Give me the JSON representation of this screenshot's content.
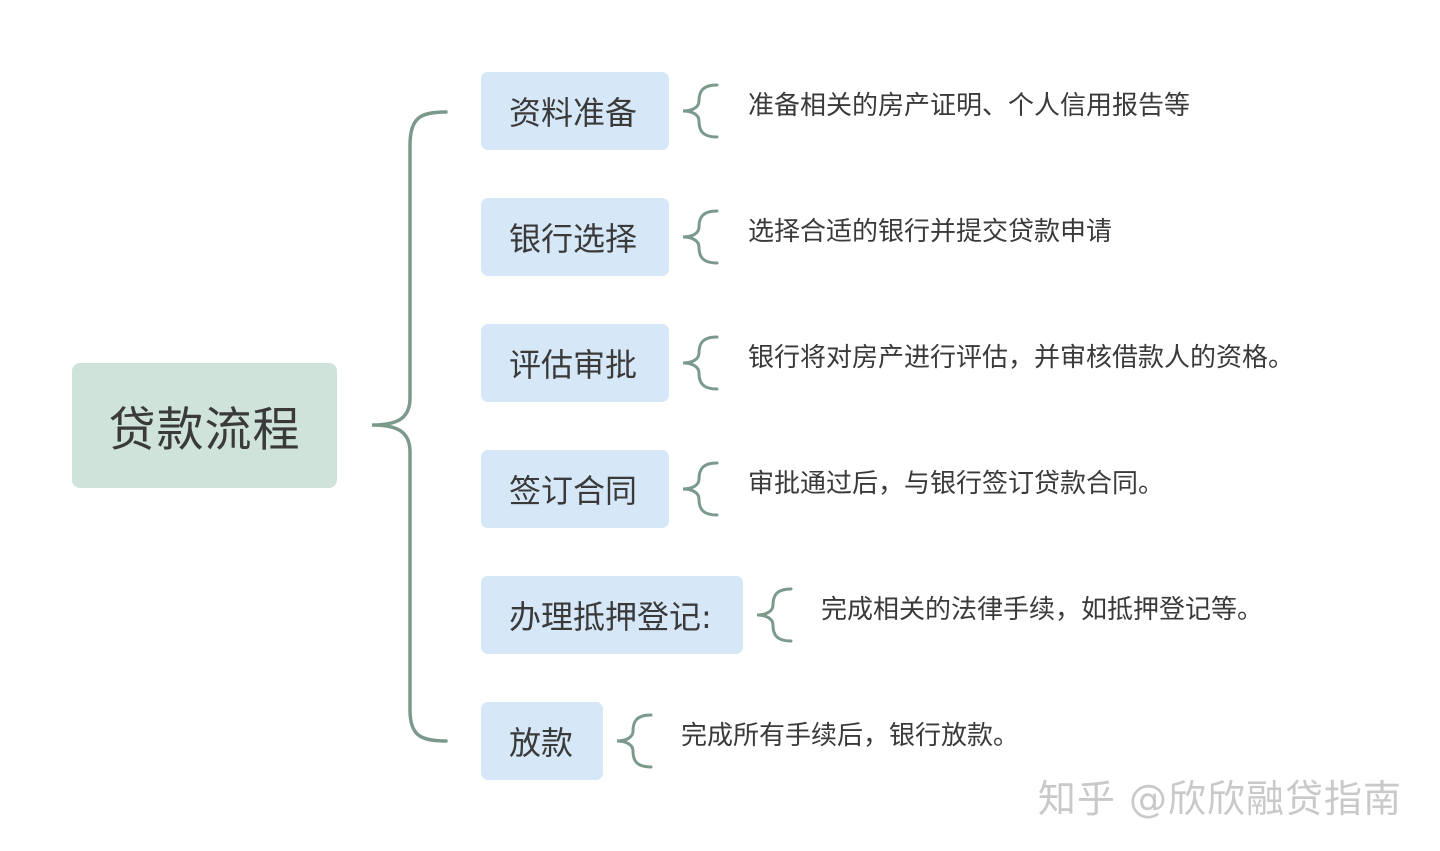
{
  "root": {
    "title": "贷款流程"
  },
  "steps": [
    {
      "label": "资料准备",
      "detail": "准备相关的房产证明、个人信用报告等"
    },
    {
      "label": "银行选择",
      "detail": "选择合适的银行并提交贷款申请"
    },
    {
      "label": "评估审批",
      "detail": "银行将对房产进行评估，并审核借款人的资格。"
    },
    {
      "label": "签订合同",
      "detail": "审批通过后，与银行签订贷款合同。"
    },
    {
      "label": "办理抵押登记:",
      "detail": "完成相关的法律手续，如抵押登记等。"
    },
    {
      "label": "放款",
      "detail": "完成所有手续后，银行放款。"
    }
  ],
  "watermark": "知乎 @欣欣融贷指南",
  "colors": {
    "root_fill": "#cfe3da",
    "step_fill": "#d6e7f7",
    "connector": "#7b9a8c",
    "text": "#3a3a3a"
  }
}
